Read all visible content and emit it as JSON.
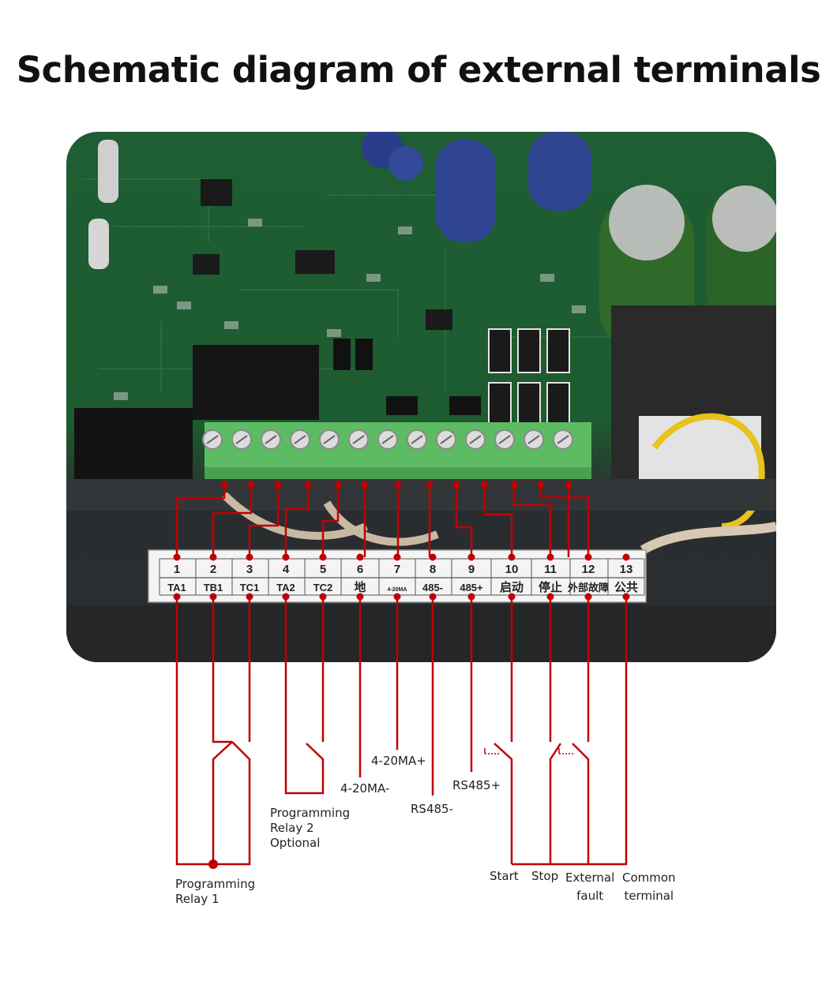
{
  "title": "Schematic diagram of external terminals",
  "terminals": [
    {
      "num": "1",
      "label": "TA1"
    },
    {
      "num": "2",
      "label": "TB1"
    },
    {
      "num": "3",
      "label": "TC1"
    },
    {
      "num": "4",
      "label": "TA2"
    },
    {
      "num": "5",
      "label": "TC2"
    },
    {
      "num": "6",
      "label": "地"
    },
    {
      "num": "7",
      "label": "4-20MA"
    },
    {
      "num": "8",
      "label": "485-"
    },
    {
      "num": "9",
      "label": "485+"
    },
    {
      "num": "10",
      "label": "启动"
    },
    {
      "num": "11",
      "label": "停止"
    },
    {
      "num": "12",
      "label": "外部故障"
    },
    {
      "num": "13",
      "label": "公共"
    }
  ],
  "labels": {
    "relay1": "Programming\nRelay 1",
    "relay2": "Programming\nRelay 2\nOptional",
    "ma_minus": "4-20MA-",
    "ma_plus": "4-20MA+",
    "rs485_minus": "RS485-",
    "rs485_plus": "RS485+",
    "start": "Start",
    "stop": "Stop",
    "fault": "External\nfault",
    "common": "Common\nterminal"
  },
  "colors": {
    "wire": "#c00000",
    "pcb": "#1e5c31",
    "terminal_block": "#5dbb63"
  }
}
